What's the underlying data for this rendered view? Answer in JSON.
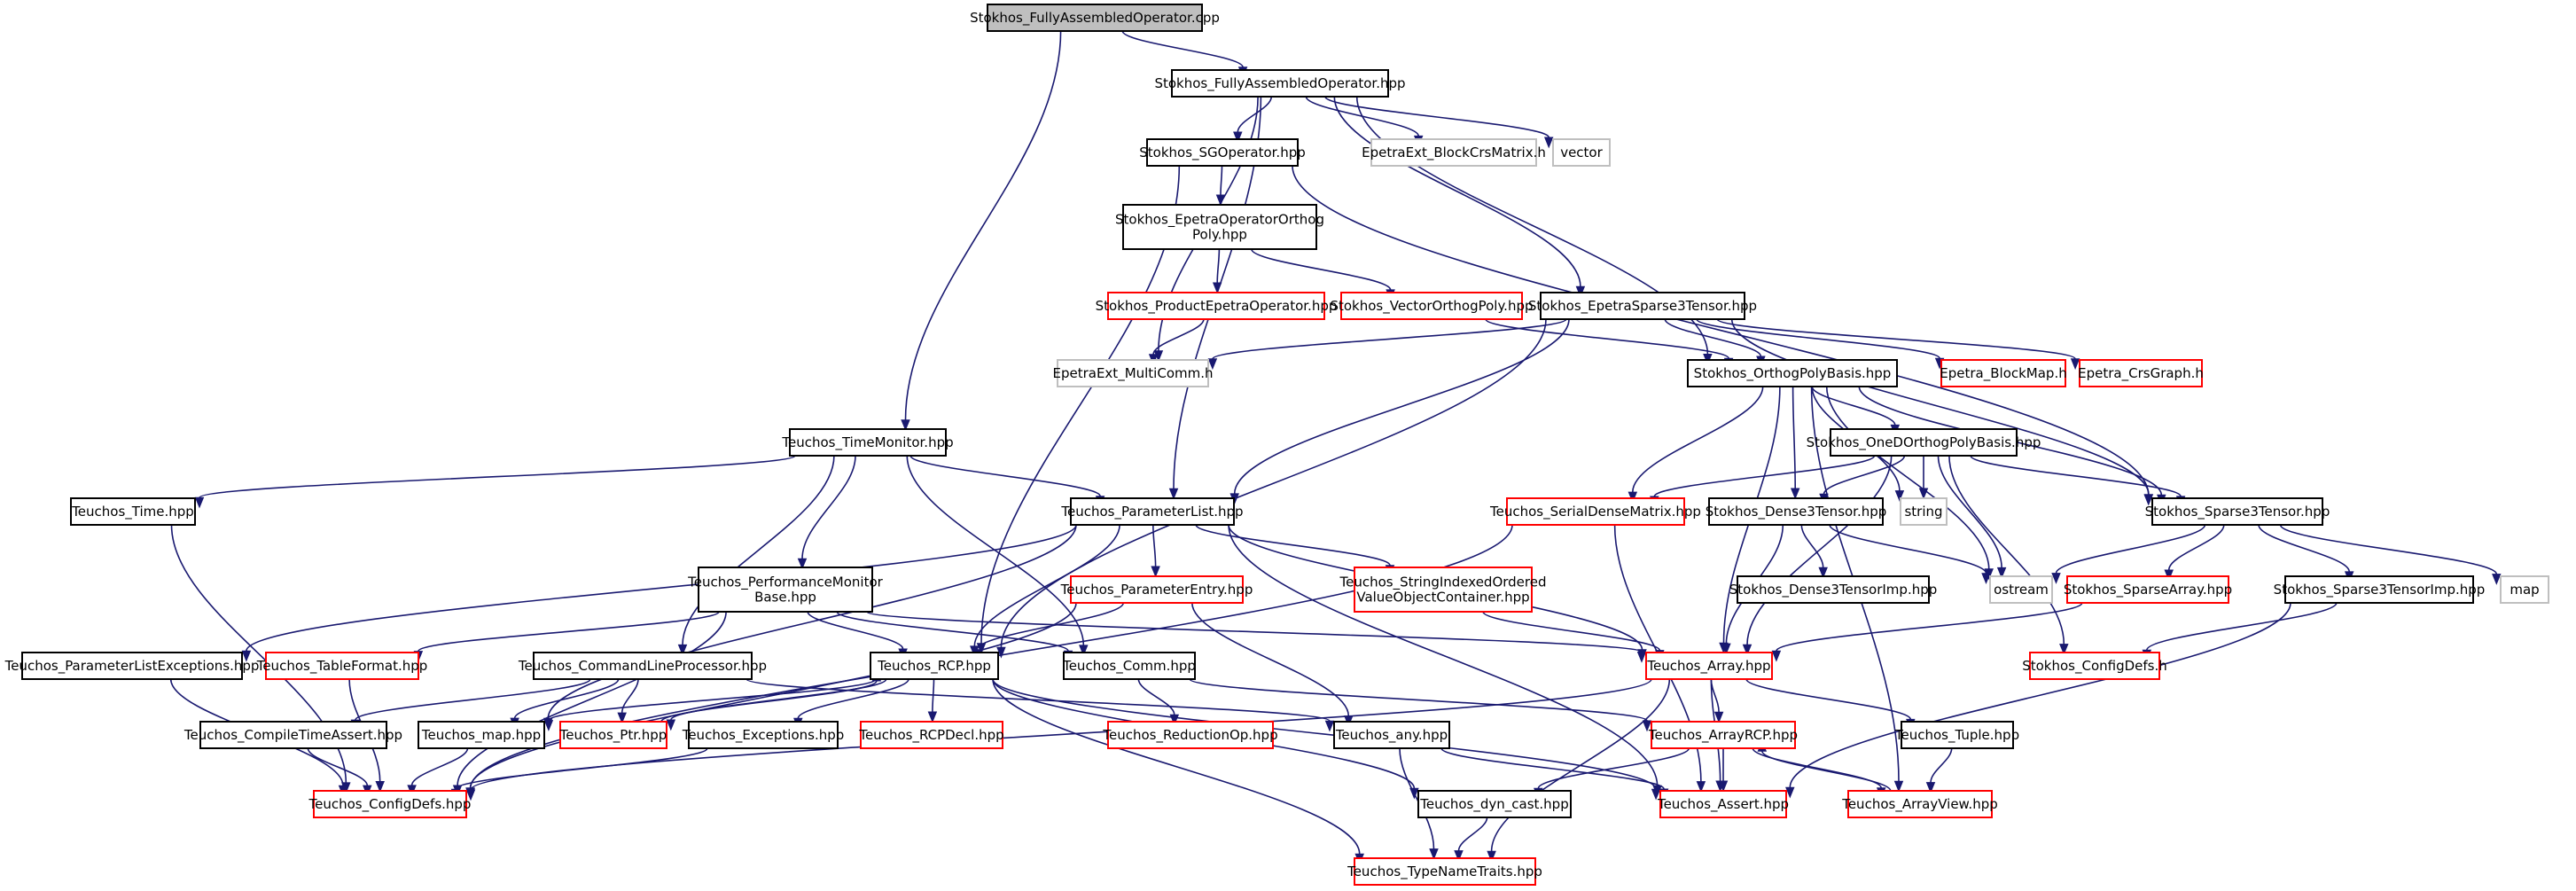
{
  "colors": {
    "edge": "#191970",
    "black_border": "#000000",
    "red_border": "#ff0000",
    "grey_border": "#bfbfbf",
    "root_fill": "#bfbfbf"
  },
  "nodes": [
    {
      "id": "root",
      "lines": [
        "Stokhos_FullyAssembledOperator.cpp"
      ],
      "style": "root"
    },
    {
      "id": "fao",
      "lines": [
        "Stokhos_FullyAssembledOperator.hpp"
      ],
      "style": "black"
    },
    {
      "id": "sgop",
      "lines": [
        "Stokhos_SGOperator.hpp"
      ],
      "style": "black"
    },
    {
      "id": "bcrs",
      "lines": [
        "EpetraExt_BlockCrsMatrix.h"
      ],
      "style": "grey"
    },
    {
      "id": "vector",
      "lines": [
        "vector"
      ],
      "style": "grey"
    },
    {
      "id": "eoop",
      "lines": [
        "Stokhos_EpetraOperatorOrthog",
        "Poly.hpp"
      ],
      "style": "black"
    },
    {
      "id": "peo",
      "lines": [
        "Stokhos_ProductEpetraOperator.hpp"
      ],
      "style": "red"
    },
    {
      "id": "vop",
      "lines": [
        "Stokhos_VectorOrthogPoly.hpp"
      ],
      "style": "red"
    },
    {
      "id": "es3t",
      "lines": [
        "Stokhos_EpetraSparse3Tensor.hpp"
      ],
      "style": "black"
    },
    {
      "id": "bmap",
      "lines": [
        "Epetra_BlockMap.h"
      ],
      "style": "red"
    },
    {
      "id": "crsg",
      "lines": [
        "Epetra_CrsGraph.h"
      ],
      "style": "red"
    },
    {
      "id": "mcomm",
      "lines": [
        "EpetraExt_MultiComm.h"
      ],
      "style": "grey"
    },
    {
      "id": "opb",
      "lines": [
        "Stokhos_OrthogPolyBasis.hpp"
      ],
      "style": "black"
    },
    {
      "id": "odopb",
      "lines": [
        "Stokhos_OneDOrthogPolyBasis.hpp"
      ],
      "style": "black"
    },
    {
      "id": "tmon",
      "lines": [
        "Teuchos_TimeMonitor.hpp"
      ],
      "style": "black"
    },
    {
      "id": "time",
      "lines": [
        "Teuchos_Time.hpp"
      ],
      "style": "black"
    },
    {
      "id": "plist",
      "lines": [
        "Teuchos_ParameterList.hpp"
      ],
      "style": "black"
    },
    {
      "id": "sdm",
      "lines": [
        "Teuchos_SerialDenseMatrix.hpp"
      ],
      "style": "red"
    },
    {
      "id": "d3t",
      "lines": [
        "Stokhos_Dense3Tensor.hpp"
      ],
      "style": "black"
    },
    {
      "id": "string",
      "lines": [
        "string"
      ],
      "style": "grey"
    },
    {
      "id": "s3t",
      "lines": [
        "Stokhos_Sparse3Tensor.hpp"
      ],
      "style": "black"
    },
    {
      "id": "perfmon",
      "lines": [
        "Teuchos_PerformanceMonitor",
        "Base.hpp"
      ],
      "style": "black"
    },
    {
      "id": "pentry",
      "lines": [
        "Teuchos_ParameterEntry.hpp"
      ],
      "style": "red"
    },
    {
      "id": "sivoc",
      "lines": [
        "Teuchos_StringIndexedOrdered",
        "ValueObjectContainer.hpp"
      ],
      "style": "red"
    },
    {
      "id": "d3timp",
      "lines": [
        "Stokhos_Dense3TensorImp.hpp"
      ],
      "style": "black"
    },
    {
      "id": "ostream",
      "lines": [
        "ostream"
      ],
      "style": "grey"
    },
    {
      "id": "sparr",
      "lines": [
        "Stokhos_SparseArray.hpp"
      ],
      "style": "red"
    },
    {
      "id": "s3timp",
      "lines": [
        "Stokhos_Sparse3TensorImp.hpp"
      ],
      "style": "black"
    },
    {
      "id": "map",
      "lines": [
        "map"
      ],
      "style": "grey"
    },
    {
      "id": "plexc",
      "lines": [
        "Teuchos_ParameterListExceptions.hpp"
      ],
      "style": "black"
    },
    {
      "id": "tfmt",
      "lines": [
        "Teuchos_TableFormat.hpp"
      ],
      "style": "red"
    },
    {
      "id": "clp",
      "lines": [
        "Teuchos_CommandLineProcessor.hpp"
      ],
      "style": "black"
    },
    {
      "id": "rcp",
      "lines": [
        "Teuchos_RCP.hpp"
      ],
      "style": "black"
    },
    {
      "id": "comm",
      "lines": [
        "Teuchos_Comm.hpp"
      ],
      "style": "black"
    },
    {
      "id": "array",
      "lines": [
        "Teuchos_Array.hpp"
      ],
      "style": "red"
    },
    {
      "id": "scfg",
      "lines": [
        "Stokhos_ConfigDefs.h"
      ],
      "style": "red"
    },
    {
      "id": "cta",
      "lines": [
        "Teuchos_CompileTimeAssert.hpp"
      ],
      "style": "black"
    },
    {
      "id": "tmap",
      "lines": [
        "Teuchos_map.hpp"
      ],
      "style": "black"
    },
    {
      "id": "ptr",
      "lines": [
        "Teuchos_Ptr.hpp"
      ],
      "style": "red"
    },
    {
      "id": "exc",
      "lines": [
        "Teuchos_Exceptions.hpp"
      ],
      "style": "black"
    },
    {
      "id": "rcpdecl",
      "lines": [
        "Teuchos_RCPDecl.hpp"
      ],
      "style": "red"
    },
    {
      "id": "redop",
      "lines": [
        "Teuchos_ReductionOp.hpp"
      ],
      "style": "red"
    },
    {
      "id": "any",
      "lines": [
        "Teuchos_any.hpp"
      ],
      "style": "black"
    },
    {
      "id": "arcp",
      "lines": [
        "Teuchos_ArrayRCP.hpp"
      ],
      "style": "red"
    },
    {
      "id": "tuple",
      "lines": [
        "Teuchos_Tuple.hpp"
      ],
      "style": "black"
    },
    {
      "id": "tcfg",
      "lines": [
        "Teuchos_ConfigDefs.hpp"
      ],
      "style": "red"
    },
    {
      "id": "dync",
      "lines": [
        "Teuchos_dyn_cast.hpp"
      ],
      "style": "black"
    },
    {
      "id": "assert",
      "lines": [
        "Teuchos_Assert.hpp"
      ],
      "style": "red"
    },
    {
      "id": "aview",
      "lines": [
        "Teuchos_ArrayView.hpp"
      ],
      "style": "red"
    },
    {
      "id": "tnt",
      "lines": [
        "Teuchos_TypeNameTraits.hpp"
      ],
      "style": "red"
    }
  ],
  "edges": [
    [
      "root",
      "fao"
    ],
    [
      "root",
      "tmon"
    ],
    [
      "fao",
      "sgop"
    ],
    [
      "fao",
      "bcrs"
    ],
    [
      "fao",
      "vector"
    ],
    [
      "fao",
      "mcomm"
    ],
    [
      "fao",
      "es3t"
    ],
    [
      "fao",
      "opb"
    ],
    [
      "fao",
      "plist"
    ],
    [
      "sgop",
      "eoop"
    ],
    [
      "sgop",
      "rcp"
    ],
    [
      "sgop",
      "s3t"
    ],
    [
      "eoop",
      "peo"
    ],
    [
      "eoop",
      "vop"
    ],
    [
      "peo",
      "mcomm"
    ],
    [
      "vop",
      "opb"
    ],
    [
      "es3t",
      "mcomm"
    ],
    [
      "es3t",
      "bmap"
    ],
    [
      "es3t",
      "crsg"
    ],
    [
      "es3t",
      "opb"
    ],
    [
      "es3t",
      "s3t"
    ],
    [
      "es3t",
      "plist"
    ],
    [
      "es3t",
      "rcp"
    ],
    [
      "opb",
      "odopb"
    ],
    [
      "opb",
      "sdm"
    ],
    [
      "opb",
      "d3t"
    ],
    [
      "opb",
      "string"
    ],
    [
      "opb",
      "s3t"
    ],
    [
      "opb",
      "ostream"
    ],
    [
      "opb",
      "array"
    ],
    [
      "opb",
      "aview"
    ],
    [
      "odopb",
      "sdm"
    ],
    [
      "odopb",
      "d3t"
    ],
    [
      "odopb",
      "string"
    ],
    [
      "odopb",
      "s3t"
    ],
    [
      "odopb",
      "ostream"
    ],
    [
      "odopb",
      "array"
    ],
    [
      "odopb",
      "scfg"
    ],
    [
      "tmon",
      "time"
    ],
    [
      "tmon",
      "plist"
    ],
    [
      "tmon",
      "perfmon"
    ],
    [
      "tmon",
      "clp"
    ],
    [
      "tmon",
      "comm"
    ],
    [
      "time",
      "tcfg"
    ],
    [
      "plist",
      "plexc"
    ],
    [
      "plist",
      "pentry"
    ],
    [
      "plist",
      "sivoc"
    ],
    [
      "plist",
      "rcp"
    ],
    [
      "plist",
      "array"
    ],
    [
      "plist",
      "tmap"
    ],
    [
      "plist",
      "assert"
    ],
    [
      "sdm",
      "tcfg"
    ],
    [
      "sdm",
      "assert"
    ],
    [
      "d3t",
      "d3timp"
    ],
    [
      "d3t",
      "ostream"
    ],
    [
      "d3t",
      "array"
    ],
    [
      "s3t",
      "ostream"
    ],
    [
      "s3t",
      "sparr"
    ],
    [
      "s3t",
      "s3timp"
    ],
    [
      "s3t",
      "map"
    ],
    [
      "perfmon",
      "tfmt"
    ],
    [
      "perfmon",
      "rcp"
    ],
    [
      "perfmon",
      "array"
    ],
    [
      "perfmon",
      "comm"
    ],
    [
      "perfmon",
      "tcfg"
    ],
    [
      "pentry",
      "rcp"
    ],
    [
      "pentry",
      "any"
    ],
    [
      "pentry",
      "tcfg"
    ],
    [
      "sivoc",
      "array"
    ],
    [
      "sparr",
      "array"
    ],
    [
      "s3timp",
      "scfg"
    ],
    [
      "s3timp",
      "assert"
    ],
    [
      "plexc",
      "tcfg"
    ],
    [
      "tfmt",
      "tcfg"
    ],
    [
      "clp",
      "cta"
    ],
    [
      "clp",
      "tmap"
    ],
    [
      "clp",
      "ptr"
    ],
    [
      "clp",
      "any"
    ],
    [
      "rcp",
      "ptr"
    ],
    [
      "rcp",
      "exc"
    ],
    [
      "rcp",
      "rcpdecl"
    ],
    [
      "rcp",
      "tmap"
    ],
    [
      "rcp",
      "dync"
    ],
    [
      "rcp",
      "assert"
    ],
    [
      "rcp",
      "tnt"
    ],
    [
      "comm",
      "redop"
    ],
    [
      "comm",
      "arcp"
    ],
    [
      "array",
      "arcp"
    ],
    [
      "array",
      "tuple"
    ],
    [
      "array",
      "assert"
    ],
    [
      "array",
      "tcfg"
    ],
    [
      "array",
      "tnt"
    ],
    [
      "cta",
      "tcfg"
    ],
    [
      "tmap",
      "tcfg"
    ],
    [
      "ptr",
      "rcp"
    ],
    [
      "exc",
      "tcfg"
    ],
    [
      "any",
      "tnt"
    ],
    [
      "any",
      "assert"
    ],
    [
      "arcp",
      "dync"
    ],
    [
      "arcp",
      "assert"
    ],
    [
      "arcp",
      "aview"
    ],
    [
      "tuple",
      "aview"
    ],
    [
      "dync",
      "tnt"
    ],
    [
      "aview",
      "arcp"
    ]
  ]
}
